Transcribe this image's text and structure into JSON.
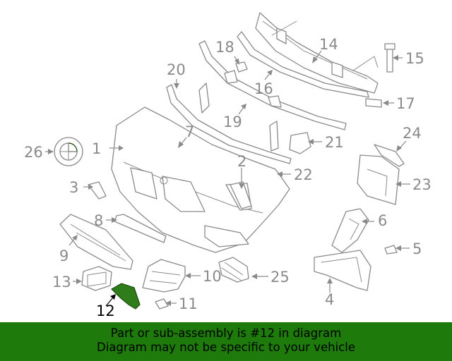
{
  "diagram": {
    "callouts": [
      {
        "id": "1",
        "label": "1"
      },
      {
        "id": "2",
        "label": "2"
      },
      {
        "id": "3",
        "label": "3"
      },
      {
        "id": "4",
        "label": "4"
      },
      {
        "id": "5",
        "label": "5"
      },
      {
        "id": "6",
        "label": "6"
      },
      {
        "id": "7",
        "label": "7"
      },
      {
        "id": "8",
        "label": "8"
      },
      {
        "id": "9",
        "label": "9"
      },
      {
        "id": "10",
        "label": "10"
      },
      {
        "id": "11",
        "label": "11"
      },
      {
        "id": "12",
        "label": "12"
      },
      {
        "id": "13",
        "label": "13"
      },
      {
        "id": "14",
        "label": "14"
      },
      {
        "id": "15",
        "label": "15"
      },
      {
        "id": "16",
        "label": "16"
      },
      {
        "id": "17",
        "label": "17"
      },
      {
        "id": "18",
        "label": "18"
      },
      {
        "id": "19",
        "label": "19"
      },
      {
        "id": "20",
        "label": "20"
      },
      {
        "id": "21",
        "label": "21"
      },
      {
        "id": "22",
        "label": "22"
      },
      {
        "id": "23",
        "label": "23"
      },
      {
        "id": "24",
        "label": "24"
      },
      {
        "id": "25",
        "label": "25"
      },
      {
        "id": "26",
        "label": "26"
      }
    ],
    "highlight": "12",
    "colors": {
      "line": "#8a8a8a",
      "highlight_part": "#2e7d1a",
      "banner": "#1d7a0b"
    }
  },
  "banner": {
    "line1": "Part or sub-assembly is #12 in diagram",
    "line2": "Diagram may not be specific to your vehicle"
  }
}
